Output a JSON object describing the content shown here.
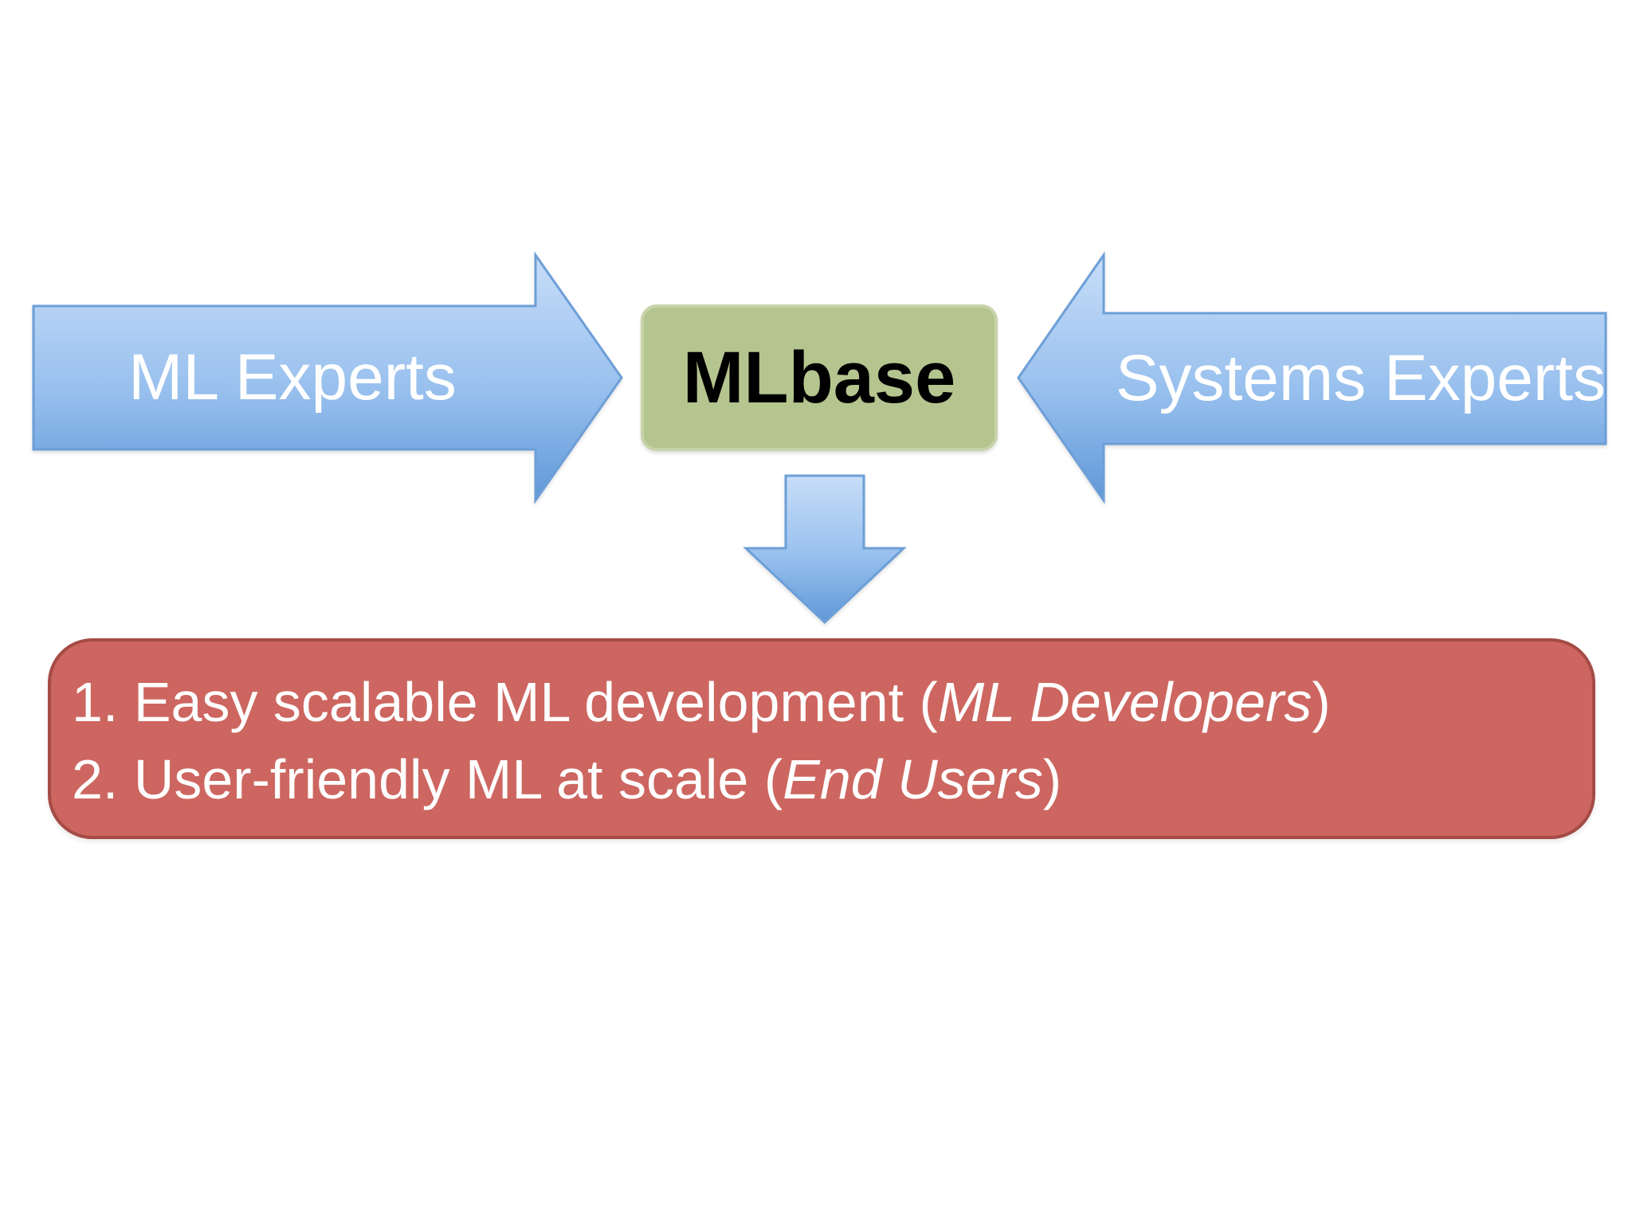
{
  "diagram": {
    "left_input": {
      "label": "ML Experts"
    },
    "center_node": {
      "label": "MLbase"
    },
    "right_input": {
      "label": "Systems Experts"
    },
    "outcomes": [
      {
        "number_prefix": "1. ",
        "main_text": "Easy scalable ML development (",
        "italic_text": "ML Developers",
        "suffix": ")"
      },
      {
        "number_prefix": "2. ",
        "main_text": "User-friendly ML at scale (",
        "italic_text": "End Users",
        "suffix": ")"
      }
    ]
  },
  "colors": {
    "arrow_top": "#c7ddf8",
    "arrow_bottom": "#5f98d8",
    "arrow_outline": "#6d9fd7",
    "center_fill": "#b5c58f",
    "center_outline": "#c7d3a8",
    "result_fill": "#cd6660",
    "result_outline": "#a54b46"
  },
  "icons": {
    "left_arrow_shape": "right-arrow-icon",
    "right_arrow_shape": "left-arrow-icon",
    "down_arrow_shape": "down-arrow-icon"
  }
}
